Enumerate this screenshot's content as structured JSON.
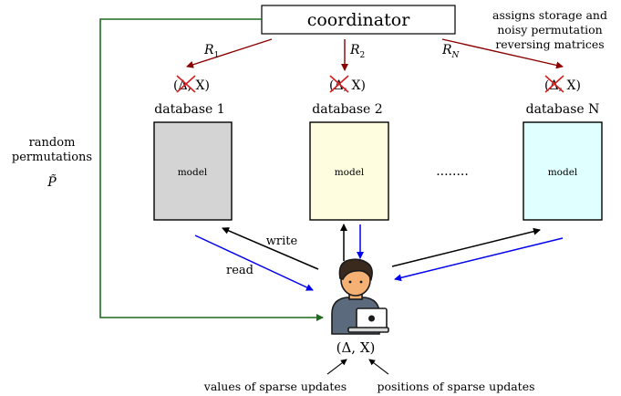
{
  "coordinator": {
    "label": "coordinator"
  },
  "coordinator_note": {
    "lines": [
      "assigns storage and",
      "noisy permutation",
      "reversing matrices"
    ]
  },
  "reversing_matrices": [
    {
      "base": "R",
      "sub": "1"
    },
    {
      "base": "R",
      "sub": "2"
    },
    {
      "base": "R",
      "sub": "N"
    }
  ],
  "databases": [
    {
      "title": "database 1",
      "pair": "(Δ, X)",
      "model": "model",
      "fill": "#d4d4d4"
    },
    {
      "title": "database 2",
      "pair": "(Δ, X)",
      "model": "model",
      "fill": "#fffde0"
    },
    {
      "title": "database N",
      "pair": "(Δ, X)",
      "model": "model",
      "fill": "#e0ffff"
    }
  ],
  "ellipsis": "........",
  "random_permutations": {
    "lines": [
      "random",
      "permutations"
    ],
    "symbol": "P̃"
  },
  "edge_labels": {
    "write": "write",
    "read": "read"
  },
  "user_pair": "(Δ, X)",
  "annotations": {
    "values": "values of sparse updates",
    "positions": "positions of sparse updates"
  },
  "colors": {
    "green": "#1e6b1e",
    "darkred": "#8b0000",
    "blue": "#0000ee",
    "black": "#000000",
    "cross": "#d42020",
    "skin": "#f5b074",
    "hair": "#3a2a1e",
    "shirt": "#5b6b7d"
  }
}
